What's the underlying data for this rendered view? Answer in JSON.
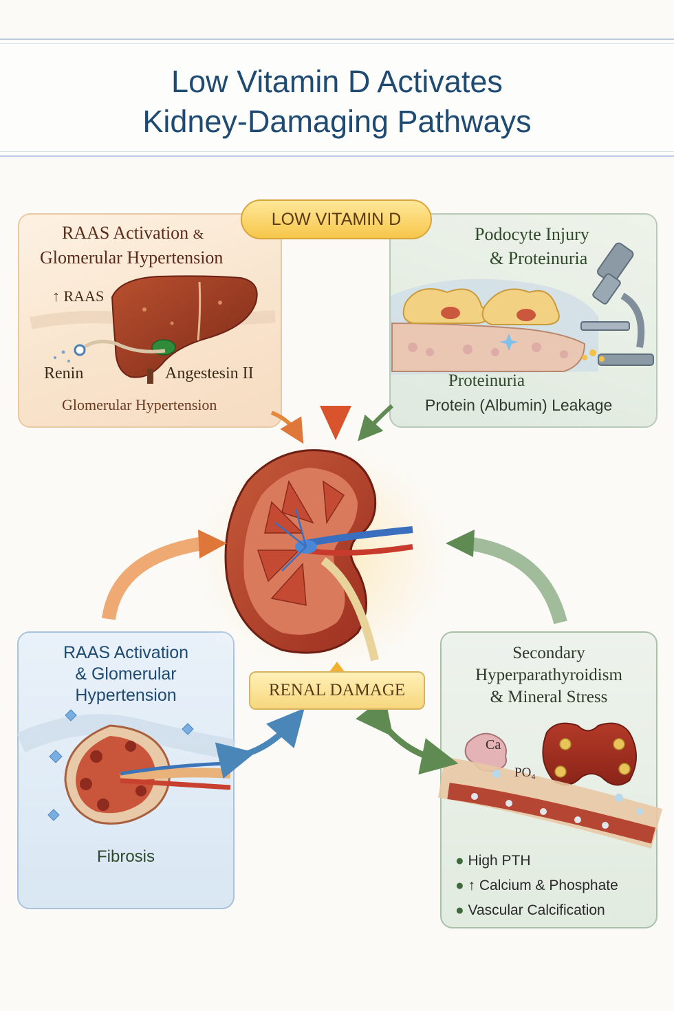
{
  "title": {
    "line1": "Low Vitamin D Activates",
    "line2": "Kidney-Damaging Pathways"
  },
  "center": {
    "top_label": "LOW VITAMIN D",
    "bottom_label": "RENAL DAMAGE"
  },
  "panels": {
    "top_left": {
      "heading_line1": "RAAS Activation",
      "heading_amp": "&",
      "heading_line2": "Glomerular Hypertension",
      "raas_label": "↑ RAAS",
      "renin_label": "Renin",
      "angiotensin_label": "Angestesin II",
      "footer": "Glomerular Hypertension"
    },
    "top_right": {
      "heading_line1": "Podocyte Injury",
      "heading_line2": "& Proteinuria",
      "label1": "Proteinuria",
      "label2": "Protein (Albumin) Leakage"
    },
    "bottom_left": {
      "heading_line1": "RAAS Activation",
      "heading_line2": "& Glomerular",
      "heading_line3": "Hypertension",
      "footer": "Fibrosis"
    },
    "bottom_right": {
      "heading_line1": "Secondary",
      "heading_line2": "Hyperparathyroidism",
      "heading_line3": "& Mineral Stress",
      "ca_label": "Ca",
      "po4_label": "PO₄",
      "bullets": [
        "High PTH",
        "↑ Calcium & Phosphate",
        "Vascular Calcification"
      ]
    }
  },
  "colors": {
    "title": "#1f4a72",
    "orange_arrow": "#e67a3c",
    "green_arrow": "#5f8a52",
    "blue_arrow": "#4a86b8",
    "kidney": "#b8432c",
    "pill": "#f6c64a"
  }
}
